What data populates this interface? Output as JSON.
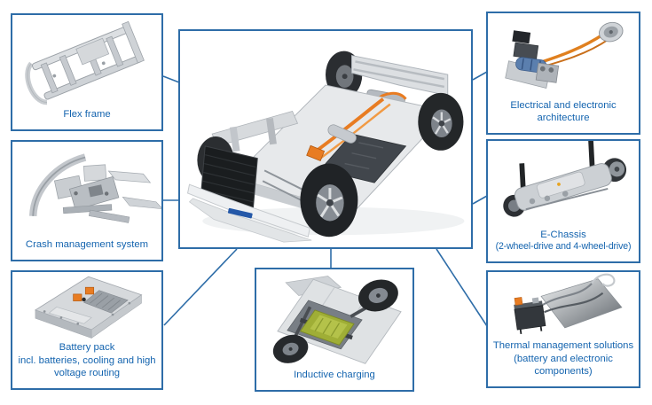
{
  "palette": {
    "line_blue": "#2e6da8",
    "label_blue": "#1464af",
    "hv_orange": "#e87c22",
    "pad_green": "#9fae36"
  },
  "nodes": {
    "flex_frame": {
      "lines": [
        "Flex frame"
      ]
    },
    "crash_management": {
      "lines": [
        "Crash management system"
      ]
    },
    "battery_pack": {
      "lines": [
        "Battery pack",
        "incl. batteries, cooling and high",
        "voltage routing"
      ]
    },
    "inductive_charging": {
      "lines": [
        "Inductive charging"
      ]
    },
    "electrical_architecture": {
      "lines": [
        "Electrical and electronic",
        "architecture"
      ]
    },
    "e_chassis": {
      "lines": [
        "E-Chassis",
        "(2-wheel-drive and 4-wheel-drive)"
      ]
    },
    "thermal_management": {
      "lines": [
        "Thermal management solutions",
        "(battery and electronic",
        "components)"
      ]
    },
    "rolling_chassis": {
      "lines": []
    }
  },
  "edges": [
    {
      "from": "flex_frame",
      "to": "rolling_chassis"
    },
    {
      "from": "crash_management",
      "to": "rolling_chassis"
    },
    {
      "from": "battery_pack",
      "to": "rolling_chassis"
    },
    {
      "from": "inductive_charging",
      "to": "rolling_chassis"
    },
    {
      "from": "electrical_architecture",
      "to": "rolling_chassis"
    },
    {
      "from": "e_chassis",
      "to": "rolling_chassis"
    },
    {
      "from": "thermal_management",
      "to": "rolling_chassis"
    }
  ]
}
